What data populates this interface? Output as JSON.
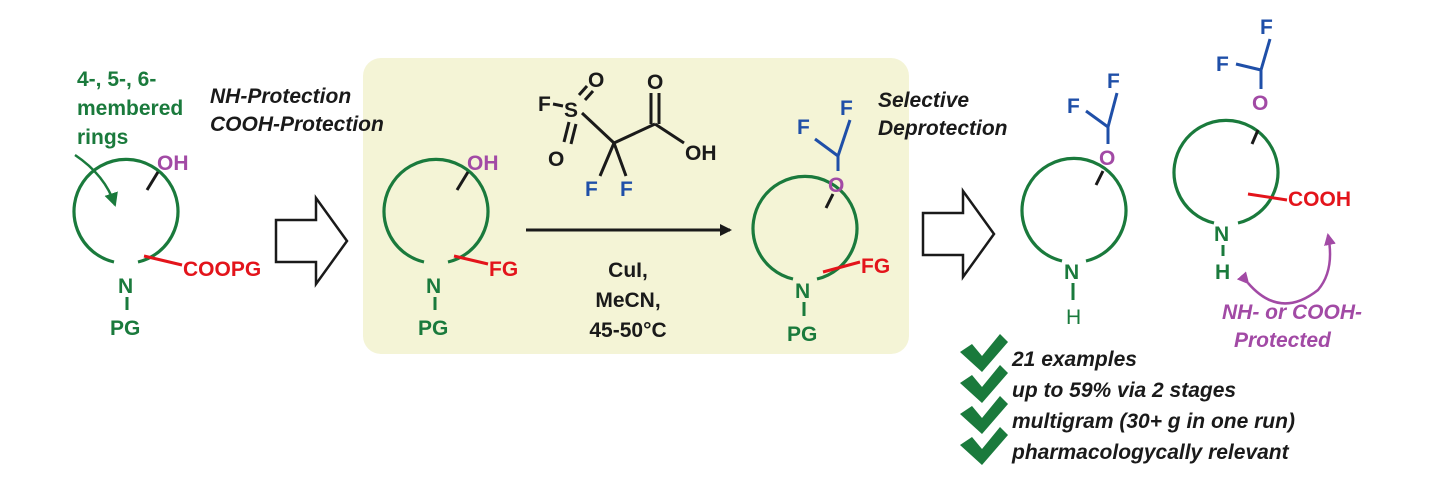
{
  "labels": {
    "ring_sizes_1": "4-, 5-, 6-",
    "ring_sizes_2": "membered",
    "ring_sizes_3": "rings",
    "oh": "OH",
    "n": "N",
    "pg": "PG",
    "coopg": "COOPG",
    "fg": "FG",
    "o": "O",
    "f": "F",
    "s": "S",
    "h": "H",
    "cooh": "COOH",
    "reagent_oh": "OH",
    "reagent_o": "O"
  },
  "protection": {
    "line1": "NH-Protection",
    "line2": "COOH-Protection"
  },
  "conditions": {
    "line1": "CuI,",
    "line2": "MeCN,",
    "line3": "45-50°C"
  },
  "deprotection": {
    "line1": "Selective",
    "line2": "Deprotection"
  },
  "protected_note": {
    "line1": "NH- or COOH-",
    "line2": "Protected"
  },
  "checklist": [
    "21 examples",
    "up to 59% via 2 stages",
    "multigram (30+ g in one run)",
    "pharmacologycally relevant"
  ],
  "colors": {
    "ring_green": "#1a7a3c",
    "functional_red": "#e3141b",
    "fluorine_blue": "#1f4fa8",
    "oxygen_purple": "#a24aa5",
    "highlight_box": "#f4f4d6"
  }
}
